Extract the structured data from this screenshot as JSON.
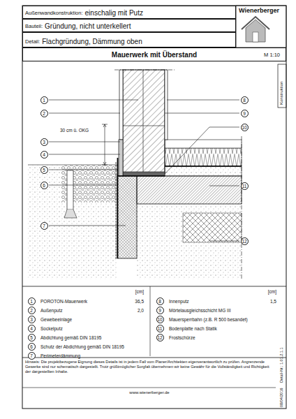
{
  "diagram": {
    "nodes": [
      {
        "text": [
          "Außenwandkonstruktion:",
          "einschalig mit Putz"
        ]
      },
      {
        "text": [
          "Bauteil:",
          "Gründung, nicht unterkellert"
        ]
      },
      {
        "text": [
          "Detail:",
          "Flachgründung, Dämmung oben"
        ]
      },
      {
        "text": [
          "Mauerwerk mit Überstand",
          "M 1:10"
        ]
      }
    ],
    "labels": [
      "1",
      "2",
      "3",
      "4",
      "5",
      "6",
      "7",
      "8",
      "9",
      "10",
      "11",
      "12",
      "30 cm ü. OKG",
      "[cm]",
      "[cm]",
      "1",
      "POROTON-Mauerwerk",
      "36,5",
      "2",
      "Außenputz",
      "2,0",
      "3",
      "Gewebeeinlage",
      "4",
      "Sockelputz",
      "5",
      "Abdichtung gemäß DIN 18195",
      "6",
      "Schutz der Abdichtung gemäß DIN 18195",
      "7",
      "Perimeterdämmung",
      "8",
      "Innenputz",
      "1,5",
      "9",
      "Mörtelausgleichsschicht MG III",
      "10",
      "Mauersperrbahn (z.B. R 500 besandet)",
      "11",
      "Bodenplatte nach Statik",
      "12",
      "Frostschürze",
      "Wienerberger",
      "Konstruktion",
      "Hinweis: Die projektbezogene Eignung dieses Details ist in jedem Fall vom Planer/Architekten eigenverantwortlich zu prüfen. Angrenzende Gewerke sind nur schematisch dargestellt. Trotz größtmöglicher Sorgfalt übernehmen wir keine Gewähr für die Vollständigkeit und Richtigkeit der dargestellten Inhalte.",
      "www.wienerberger.de",
      "Detail-Nr.: 1.01.2.1.1",
      "08/04/2016"
    ]
  }
}
